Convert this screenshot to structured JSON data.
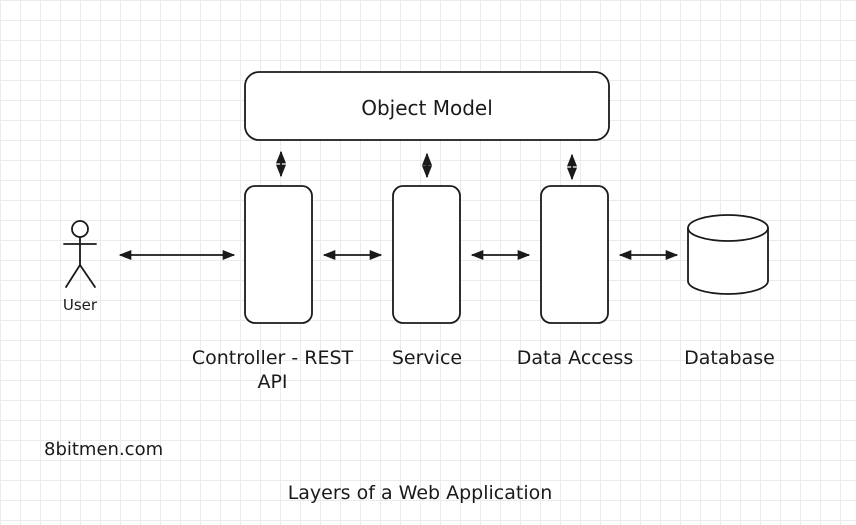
{
  "diagram": {
    "object_model": "Object Model",
    "actor": "User",
    "layers": {
      "controller": "Controller - REST API",
      "service": "Service",
      "data_access": "Data Access",
      "database": "Database"
    },
    "brand": "8bitmen.com",
    "caption": "Layers of a Web Application"
  },
  "colors": {
    "stroke": "#1a1a1a",
    "fill": "#ffffff",
    "grid": "#ebebeb"
  },
  "icons": [
    "stick-figure-icon",
    "database-cylinder-icon",
    "double-arrow-icon"
  ]
}
